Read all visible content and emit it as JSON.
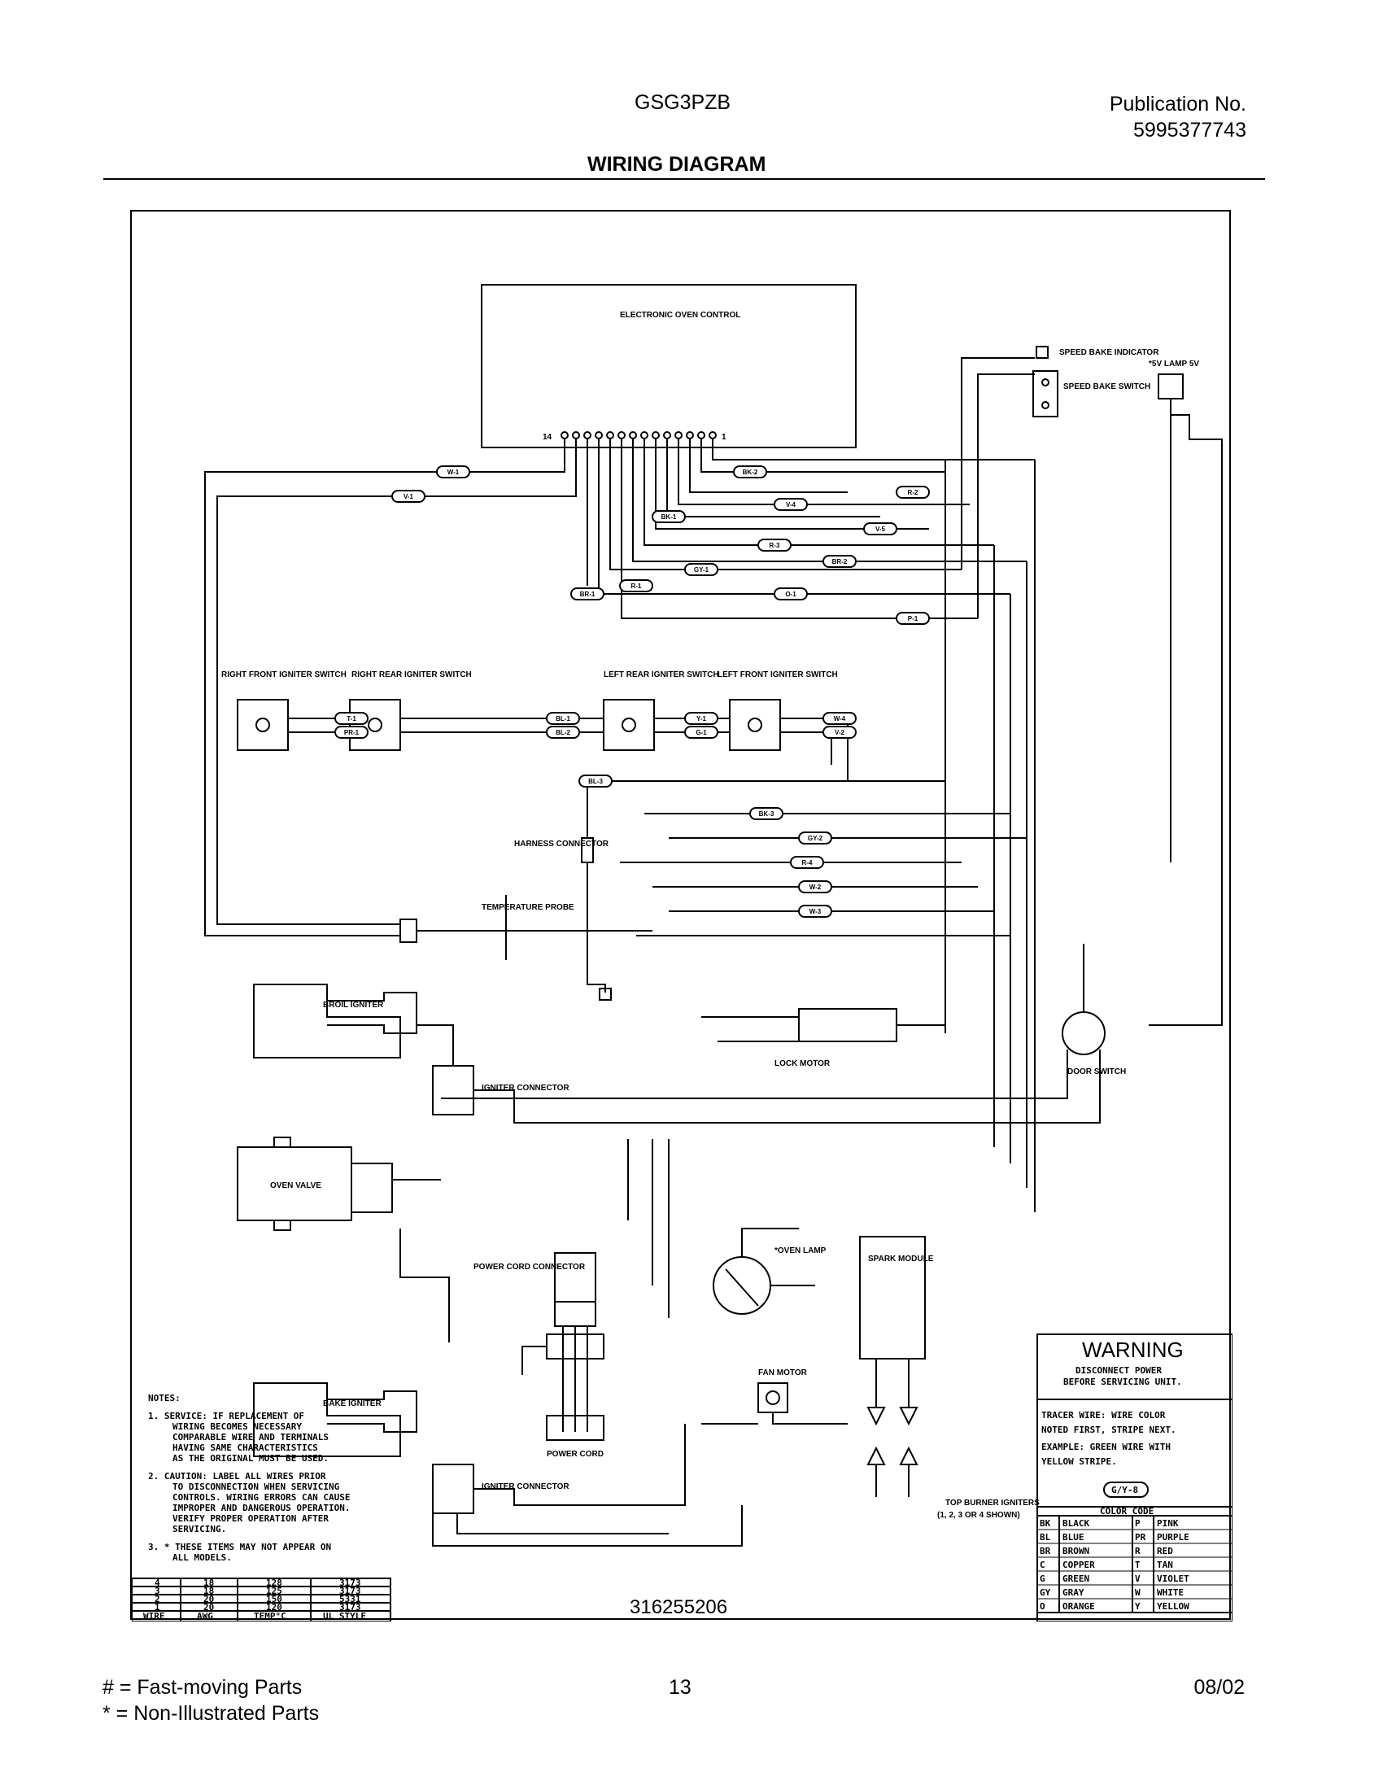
{
  "header": {
    "model": "GSG3PZB",
    "pub_label": "Publication No.",
    "pub_number": "5995377743",
    "title": "WIRING DIAGRAM"
  },
  "diagram": {
    "control_label": "ELECTRONIC OVEN CONTROL",
    "pin_first": "14",
    "pin_last": "1",
    "speed_bake_indicator": "SPEED BAKE INDICATOR",
    "speed_bake_switch": "SPEED BAKE SWITCH",
    "lamp_label": "*5V LAMP 5V",
    "right_front": "RIGHT FRONT IGNITER SWITCH",
    "right_rear": "RIGHT REAR IGNITER SWITCH",
    "left_rear": "LEFT REAR IGNITER SWITCH",
    "left_front": "LEFT FRONT IGNITER SWITCH",
    "harness_connector": "HARNESS CONNECTOR",
    "temp_probe": "TEMPERATURE PROBE",
    "broil_igniter": "BROIL IGNITER",
    "igniter_connector": "IGNITER CONNECTOR",
    "oven_valve": "OVEN VALVE",
    "lock_motor": "LOCK MOTOR",
    "door_switch": "DOOR SWITCH",
    "power_cord_connector": "POWER CORD CONNECTOR",
    "lamp_star": "*OVEN LAMP",
    "spark_module": "SPARK MODULE",
    "fan_motor": "FAN MOTOR",
    "bake_igniter": "BAKE IGNITER",
    "igniter_connector_2": "IGNITER CONNECTOR",
    "power_cord": "POWER CORD",
    "top_burner": "TOP BURNER IGNITERS",
    "top_burner_sub": "(1, 2, 3 OR 4 SHOWN)",
    "drawing_number": "316255206",
    "wire_tags": [
      "W-1",
      "V-1",
      "BK-2",
      "R-2",
      "V-4",
      "BK-1",
      "V-5",
      "R-3",
      "BR-2",
      "GY-1",
      "R-1",
      "O-1",
      "P-1",
      "BR-1",
      "T-1",
      "PR-1",
      "BL-1",
      "BL-2",
      "Y-1",
      "G-1",
      "W-4",
      "V-2",
      "BL-3",
      "BK-3",
      "GY-2",
      "R-4",
      "W-2",
      "W-3"
    ]
  },
  "warning": {
    "heading": "WARNING",
    "line1": "DISCONNECT POWER",
    "line2": "BEFORE SERVICING UNIT.",
    "tracer1": "TRACER WIRE:   WIRE COLOR",
    "tracer2": "NOTED FIRST, STRIPE NEXT.",
    "tracer3": "EXAMPLE:   GREEN WIRE WITH",
    "tracer4": "YELLOW STRIPE.",
    "example_tag": "G/Y-8"
  },
  "color_code": {
    "title": "COLOR CODE",
    "rows": [
      {
        "c1": "BK",
        "n1": "BLACK",
        "c2": "P",
        "n2": "PINK"
      },
      {
        "c1": "BL",
        "n1": "BLUE",
        "c2": "PR",
        "n2": "PURPLE"
      },
      {
        "c1": "BR",
        "n1": "BROWN",
        "c2": "R",
        "n2": "RED"
      },
      {
        "c1": "C",
        "n1": "COPPER",
        "c2": "T",
        "n2": "TAN"
      },
      {
        "c1": "G",
        "n1": "GREEN",
        "c2": "V",
        "n2": "VIOLET"
      },
      {
        "c1": "GY",
        "n1": "GRAY",
        "c2": "W",
        "n2": "WHITE"
      },
      {
        "c1": "O",
        "n1": "ORANGE",
        "c2": "Y",
        "n2": "YELLOW"
      }
    ]
  },
  "notes": {
    "heading": "NOTES:",
    "n1a": "1.  SERVICE:  IF REPLACEMENT OF",
    "n1b": "WIRING BECOMES NECESSARY",
    "n1c": "COMPARABLE WIRE AND TERMINALS",
    "n1d": "HAVING SAME CHARACTERISTICS",
    "n1e": "AS THE ORIGINAL MUST BE USED.",
    "n2a": "2.  CAUTION:  LABEL ALL WIRES PRIOR",
    "n2b": "TO DISCONNECTION WHEN SERVICING",
    "n2c": "CONTROLS.  WIRING ERRORS CAN CAUSE",
    "n2d": "IMPROPER AND DANGEROUS OPERATION.",
    "n2e": "VERIFY PROPER OPERATION AFTER",
    "n2f": "SERVICING.",
    "n3a": "3.  * THESE ITEMS MAY NOT APPEAR ON",
    "n3b": "ALL MODELS."
  },
  "wire_table": {
    "rows": [
      [
        "4",
        "18",
        "128",
        "3173"
      ],
      [
        "3",
        "18",
        "125",
        "3173"
      ],
      [
        "2",
        "20",
        "150",
        "5331"
      ],
      [
        "1",
        "20",
        "120",
        "3173"
      ]
    ],
    "header": [
      "WIRE",
      "AWG",
      "TEMP°C",
      "UL STYLE"
    ]
  },
  "footer": {
    "legend1": "#  =  Fast-moving Parts",
    "legend2": "*   =  Non-Illustrated Parts",
    "page": "13",
    "date": "08/02"
  }
}
